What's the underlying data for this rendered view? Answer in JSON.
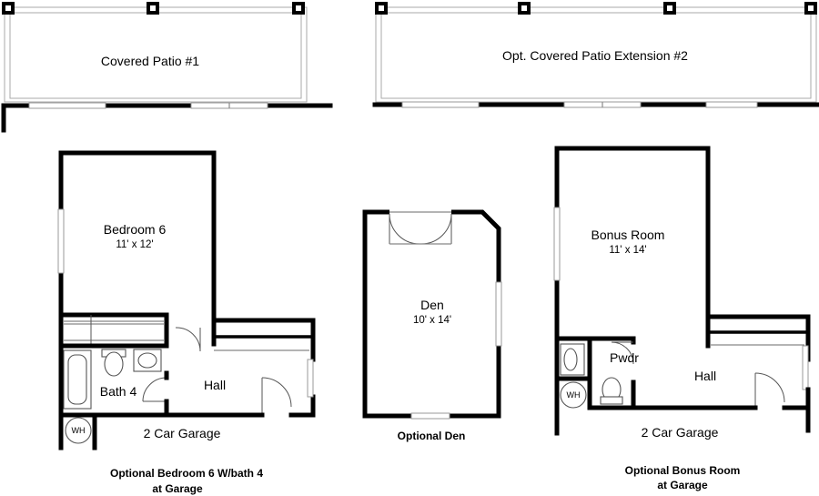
{
  "patio": {
    "covered_patio_1": "Covered Patio #1",
    "patio_extension_2": "Opt. Covered Patio Extension #2"
  },
  "bedroom_option": {
    "bedroom_label": "Bedroom 6",
    "bedroom_dims": "11' x 12'",
    "bath_label": "Bath 4",
    "hall_label": "Hall",
    "garage_label": "2 Car Garage",
    "wh_label": "WH",
    "caption_line1": "Optional Bedroom 6 W/bath 4",
    "caption_line2": "at Garage"
  },
  "den_option": {
    "den_label": "Den",
    "den_dims": "10' x 14'",
    "caption": "Optional Den"
  },
  "bonus_option": {
    "bonus_label": "Bonus Room",
    "bonus_dims": "11' x 14'",
    "pwdr_label": "Pwdr",
    "hall_label": "Hall",
    "garage_label": "2 Car Garage",
    "wh_label": "WH",
    "caption_line1": "Optional Bonus Room",
    "caption_line2": "at Garage"
  }
}
